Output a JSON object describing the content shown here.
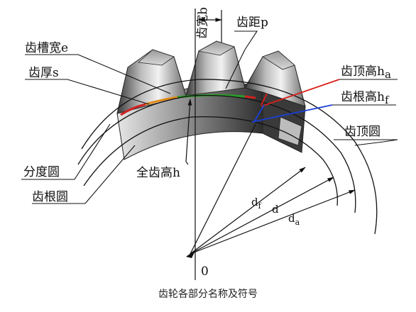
{
  "labels": {
    "face_width": "齿宽b",
    "pitch": "齿距p",
    "space_width": "齿槽宽e",
    "tooth_thickness": "齿厚s",
    "addendum": "齿顶高h",
    "addendum_sub": "a",
    "dedendum": "齿根高h",
    "dedendum_sub": "f",
    "tip_circle": "齿顶圆",
    "pitch_circle": "分度圆",
    "whole_depth": "全齿高h",
    "root_circle": "齿根圆",
    "d_f": "d",
    "d_f_sub": "f",
    "d": "d",
    "d_a": "d",
    "d_a_sub": "a",
    "origin": "0"
  },
  "caption": "齿轮各部分名称及符号",
  "colors": {
    "addendum_line": "#d8201a",
    "dedendum_line": "#1a3fd8",
    "pitch_green": "#2a9a2a",
    "pitch_orange": "#e08a1a",
    "pitch_red": "#d02020"
  }
}
